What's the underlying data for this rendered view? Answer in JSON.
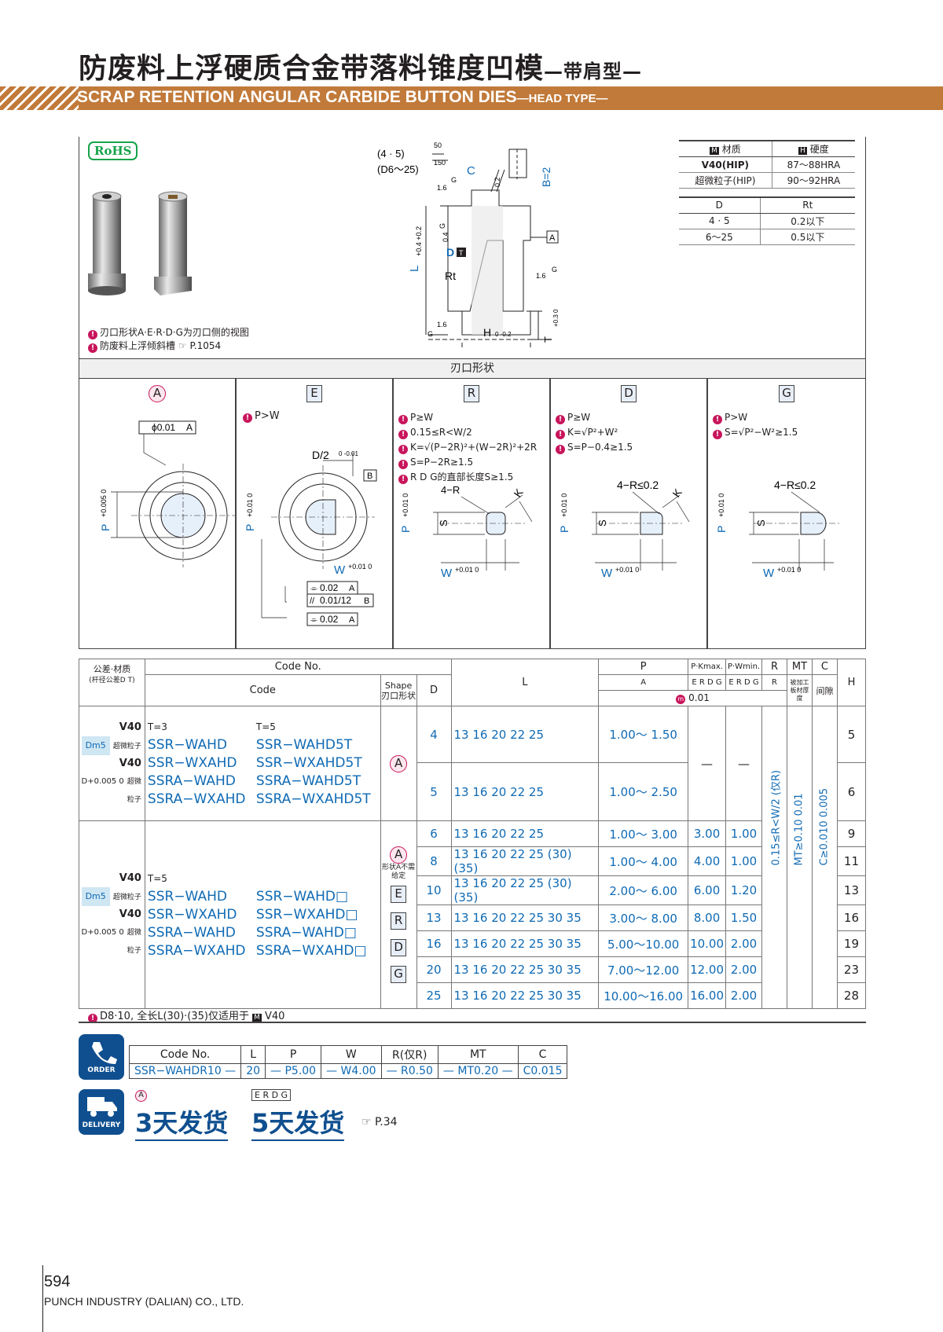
{
  "header": {
    "title_cn": "防废料上浮硬质合金带落料锥度凹模",
    "title_cn_sub": "—带肩型—",
    "title_en": "SCRAP RETENTION ANGULAR CARBIDE BUTTON DIES",
    "title_en_sub": "—HEAD TYPE—"
  },
  "rohs": "RoHS",
  "notes": {
    "n1": "刃口形状A·E·R·D·G为刃口侧的视图",
    "n2": "防废料上浮倾斜槽",
    "n2_ref": "P.1054"
  },
  "material_table": {
    "headers": [
      "材质",
      "硬度"
    ],
    "header_marks": [
      "M",
      "H"
    ],
    "rows": [
      [
        "V40(HIP)",
        "87～88HRA"
      ],
      [
        "超微粒子(HIP)",
        "90～92HRA"
      ]
    ]
  },
  "rt_table": {
    "headers": [
      "D",
      "Rt"
    ],
    "rows": [
      [
        "4 · 5",
        "0.2以下"
      ],
      [
        "6～25",
        "0.5以下"
      ]
    ]
  },
  "drawing_labels": {
    "d45": "(4 · 5)",
    "d625": "(D6～25)",
    "c": "C",
    "b2": "B=2",
    "g": "G",
    "a": "A",
    "d": "D",
    "rt": "Rt",
    "l": "L",
    "l_tol": "+0.4 +0.2",
    "h": "H",
    "h_tol": "0 -0.2",
    "t": "T",
    "t_tol": "+0.3 0",
    "r1": "50",
    "r2": "150",
    "r16": "1.6",
    "r02": "0.2",
    "r04": "0.4"
  },
  "shape_section": {
    "title": "刃口形状",
    "shapes": [
      {
        "label": "A",
        "conds": []
      },
      {
        "label": "E",
        "conds": [
          "P>W"
        ]
      },
      {
        "label": "R",
        "conds": [
          "P≥W",
          "0.15≤R<W/2",
          "K=√(P−2R)²+(W−2R)²+2R",
          "S=P−2R≥1.5",
          "R D G的直部长度S≥1.5"
        ]
      },
      {
        "label": "D",
        "conds": [
          "P≥W",
          "K=√P²+W²",
          "S=P−0.4≥1.5"
        ]
      },
      {
        "label": "G",
        "conds": [
          "P>W",
          "S=√P²−W²≥1.5"
        ]
      }
    ],
    "dims": {
      "phi": "ϕ0.01",
      "d2": "D/2",
      "d2_tol": "0 -0.01",
      "b": "B",
      "p": "P",
      "p_tol": "+0.005 0",
      "p_tol2": "+0.01 0",
      "w": "W",
      "w_tol": "+0.01 0",
      "tol1": "0.02",
      "tol2": "0.01/12",
      "tol3": "0.02",
      "ref_a": "A",
      "ref_b": "B",
      "k": "K",
      "s": "S",
      "r4": "4−R",
      "r4le": "4−R≤0.2"
    }
  },
  "main_table": {
    "col_codeno": "Code No.",
    "col_tol": "公差·材质",
    "col_tol2": "(杆径公差D T)",
    "col_code": "Code",
    "col_shape": "Shape",
    "col_shape2": "刃口形状",
    "col_d": "D",
    "col_l": "L",
    "col_p": "P",
    "col_pkmax": "P·Kmax.",
    "col_pwmin": "P·Wmin.",
    "col_r": "R",
    "col_mt": "MT",
    "col_mt2": "被加工板材厚度",
    "col_c": "C",
    "col_c2": "间隙",
    "col_h": "H",
    "sub_p": "A",
    "sub_pk": "E R D G",
    "sub_pw": "E R D G",
    "sub_r": "R",
    "unit": "0.01",
    "group1": {
      "t1": "T=3",
      "t2": "T=5",
      "dm5": "Dm5",
      "dtol": "D+0.005 0",
      "v40": "V40",
      "ultra": "超微粒子",
      "codes": [
        [
          "SSR−WAHD",
          "SSR−WAHD5T"
        ],
        [
          "SSR−WXAHD",
          "SSR−WXAHD5T"
        ],
        [
          "SSRA−WAHD",
          "SSRA−WAHD5T"
        ],
        [
          "SSRA−WXAHD",
          "SSRA−WXAHD5T"
        ]
      ],
      "shape": "A",
      "rows": [
        {
          "d": "4",
          "l": "13 16 20 22 25",
          "p": "1.00～ 1.50",
          "pk": "—",
          "pw": "—",
          "h": "5"
        },
        {
          "d": "5",
          "l": "13 16 20 22 25",
          "p": "1.00～ 2.50",
          "pk": "",
          "pw": "",
          "h": "6"
        }
      ]
    },
    "group2": {
      "t": "T=5",
      "dm5": "Dm5",
      "dtol": "D+0.005 0",
      "v40": "V40",
      "ultra": "超微粒子",
      "codes": [
        [
          "SSR−WAHD",
          "SSR−WAHD□"
        ],
        [
          "SSR−WXAHD",
          "SSR−WXAHD□"
        ],
        [
          "SSRA−WAHD",
          "SSRA−WAHD□"
        ],
        [
          "SSRA−WXAHD",
          "SSRA−WXAHD□"
        ]
      ],
      "shapes": [
        "A",
        "E",
        "R",
        "D",
        "G"
      ],
      "shape_note": "形状A不需给定",
      "rows": [
        {
          "d": "6",
          "l": "13 16 20 22 25",
          "p": "1.00～ 3.00",
          "pk": "3.00",
          "pw": "1.00",
          "h": "9"
        },
        {
          "d": "8",
          "l": "13 16 20 22 25 (30) (35)",
          "p": "1.00～ 4.00",
          "pk": "4.00",
          "pw": "1.00",
          "h": "11"
        },
        {
          "d": "10",
          "l": "13 16 20 22 25 (30) (35)",
          "p": "2.00～ 6.00",
          "pk": "6.00",
          "pw": "1.20",
          "h": "13"
        },
        {
          "d": "13",
          "l": "13 16 20 22 25  30  35",
          "p": "3.00～ 8.00",
          "pk": "8.00",
          "pw": "1.50",
          "h": "16"
        },
        {
          "d": "16",
          "l": "13 16 20 22 25  30  35",
          "p": "5.00～10.00",
          "pk": "10.00",
          "pw": "2.00",
          "h": "19"
        },
        {
          "d": "20",
          "l": "13 16 20 22 25  30  35",
          "p": "7.00～12.00",
          "pk": "12.00",
          "pw": "2.00",
          "h": "23"
        },
        {
          "d": "25",
          "l": "13 16 20 22 25  30  35",
          "p": "10.00～16.00",
          "pk": "16.00",
          "pw": "2.00",
          "h": "28"
        }
      ]
    },
    "vert_r": "0.15≤R<W/2 (仅R)",
    "vert_mt": "MT≥0.10 0.01",
    "vert_c": "C≥0.010 0.005",
    "footnote": "D8·10, 全长L(30)·(35)仅适用于",
    "footnote_mark": "M",
    "footnote_end": "V40"
  },
  "order": {
    "icon_label": "ORDER",
    "headers": [
      "Code No.",
      "L",
      "P",
      "W",
      "R(仅R)",
      "MT",
      "C"
    ],
    "values": [
      "SSR−WAHDR10 —",
      "20",
      "— P5.00",
      "— W4.00",
      "— R0.50",
      "— MT0.20 —",
      "C0.015"
    ]
  },
  "delivery": {
    "icon_label": "DELIVERY",
    "a_mark": "A",
    "erdg_mark": "E R D G",
    "d3": "3天发货",
    "d5": "5天发货",
    "ref": "P.34"
  },
  "footer": {
    "page": "594",
    "company": "PUNCH INDUSTRY (DALIAN) CO., LTD."
  }
}
